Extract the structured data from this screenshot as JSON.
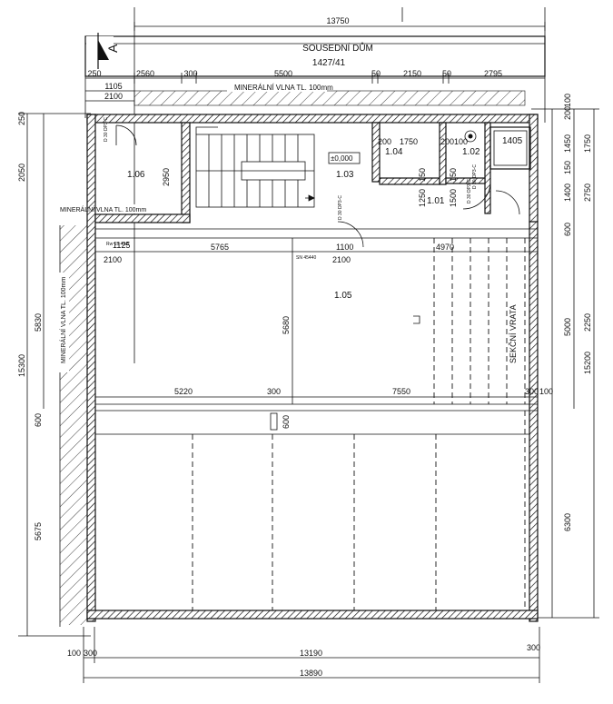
{
  "neighbor": {
    "line1": "SOUSEDNÍ DŮM",
    "line2": "1427/41"
  },
  "section_marker": "A",
  "labels": {
    "mineral_top": "MINERÁLNÍ VLNA TL. 100mm",
    "mineral_mid": "MINERÁLNÍ VLNA TL. 100mm",
    "mineral_left": "MINERÁLNÍ VLNA TL. 100mm",
    "sekcni_vrata": "SEKČNÍ VRATA",
    "level": "±0,000",
    "small_a": "SN 45440",
    "small_b": "Rw 15 40/5",
    "door_a": "D 30 DP3-C",
    "door_b": "D 30 DP3-C",
    "door_c": "D 30 DP3-C",
    "door_d": "D 30 DP3-C"
  },
  "rooms": {
    "r106": "1.06",
    "r103": "1.03",
    "r104": "1.04",
    "r102": "1.02",
    "r101": "1.01",
    "r105": "1.05",
    "r1405": "1405"
  },
  "dims_top": {
    "total": "13750",
    "row": [
      "250",
      "2560",
      "300",
      "5500",
      "50",
      "2150",
      "50",
      "2795"
    ],
    "d1105": "1105",
    "d2100": "2100"
  },
  "dims_right": {
    "col_a": [
      "200",
      "100",
      "1450",
      "150",
      "1400",
      "600"
    ],
    "col_b": [
      "1750",
      "2750",
      "2250"
    ],
    "d5000": "5000",
    "d6300": "6300",
    "total": "15200",
    "d300": "300",
    "d100": "100"
  },
  "dims_left": {
    "d250": "250",
    "d2050": "2050",
    "d5830": "5830",
    "d15300": "15300",
    "d600": "600",
    "d5675": "5675"
  },
  "dims_bottom": {
    "d100": "100",
    "d300a": "300",
    "d13190": "13190",
    "d300b": "300",
    "d13890": "13890"
  },
  "dims_inner": {
    "d2950": "2950",
    "d1750": "1750",
    "d200": "200",
    "d200b": "200",
    "d1000": "100",
    "d1250": "1250",
    "d1500": "1500",
    "d150a": "150",
    "d150b": "150",
    "d1125": "1125",
    "d2100a": "2100",
    "d5765": "5765",
    "d1100": "1100",
    "d2100b": "2100",
    "d4970": "4970",
    "d5680": "5680",
    "d5220": "5220",
    "d300c": "300",
    "d7550": "7550",
    "d300d": "300",
    "d100b": "100",
    "d600b": "600"
  }
}
